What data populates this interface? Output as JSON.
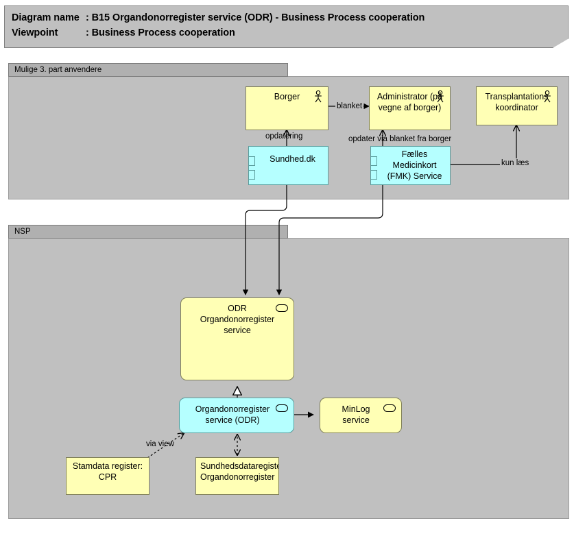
{
  "header": {
    "diagram_name_key": "Diagram name",
    "diagram_name_sep": ": B15 Organdonorregister service (ODR) - Business Process cooperation",
    "viewpoint_key": "Viewpoint",
    "viewpoint_sep": ": Business Process cooperation"
  },
  "groups": [
    {
      "id": "third-party",
      "label": "Mulige 3. part anvendere"
    },
    {
      "id": "nsp",
      "label": "NSP"
    }
  ],
  "nodes": {
    "borger": {
      "label": "Borger",
      "type": "actor",
      "fill": "#ffffb5"
    },
    "administrator": {
      "label": "Administrator (på vegne af borger)",
      "type": "actor",
      "fill": "#ffffb5"
    },
    "transplantation": {
      "label": "Transplantations koordinator",
      "type": "actor",
      "fill": "#ffffb5"
    },
    "sundhed_dk": {
      "label": "Sundhed.dk",
      "type": "component",
      "fill": "#b5ffff"
    },
    "fmk": {
      "label": "Fælles Medicinkort (FMK) Service",
      "type": "component",
      "fill": "#b5ffff"
    },
    "odr_app": {
      "label": "ODR Organdonorregister service",
      "type": "service",
      "fill": "#ffffb5"
    },
    "odr_service": {
      "label": "Organdonorregister service (ODR)",
      "type": "service",
      "fill": "#b5ffff"
    },
    "minlog": {
      "label": "MinLog service",
      "type": "service",
      "fill": "#ffffb5"
    },
    "cpr": {
      "label": "Stamdata register: CPR",
      "type": "database",
      "fill": "#ffffb5"
    },
    "sundhedsdata": {
      "label": "Sundhedsdataregister: Organdonorregister",
      "type": "database",
      "fill": "#ffffb5"
    }
  },
  "edges": [
    {
      "id": "borger-administrator",
      "label": "blanket",
      "style": "solid",
      "arrow": "filled"
    },
    {
      "id": "sundhed-borger",
      "label": "opdatering",
      "style": "solid",
      "arrow": "open"
    },
    {
      "id": "fmk-administrator",
      "label": "opdater via blanket fra borger",
      "style": "solid",
      "arrow": "open"
    },
    {
      "id": "fmk-transplantation",
      "label": "kun læs",
      "style": "solid",
      "arrow": "open"
    },
    {
      "id": "sundhed-odr",
      "label": "",
      "style": "solid",
      "arrow": "filled"
    },
    {
      "id": "fmk-odr",
      "label": "",
      "style": "solid",
      "arrow": "filled"
    },
    {
      "id": "odrservice-odrapp",
      "label": "",
      "style": "dashed",
      "arrow": "hollow-triangle"
    },
    {
      "id": "odrservice-minlog",
      "label": "",
      "style": "solid",
      "arrow": "filled"
    },
    {
      "id": "cpr-odrservice",
      "label": "via view",
      "style": "dashed",
      "arrow": "open"
    },
    {
      "id": "sundhedsdata-odrservice",
      "label": "",
      "style": "dashed",
      "arrow": "open-both"
    }
  ],
  "icons": {
    "actor": "actor-icon",
    "service": "service-pill-icon",
    "component": "component-tabs-icon"
  },
  "colors": {
    "header_gray": "#c0c0c0",
    "group_tab_gray": "#b0b0b0",
    "group_body_gray": "#c0c0c0",
    "yellow": "#ffffb5",
    "cyan": "#b5ffff",
    "line": "#000000"
  }
}
